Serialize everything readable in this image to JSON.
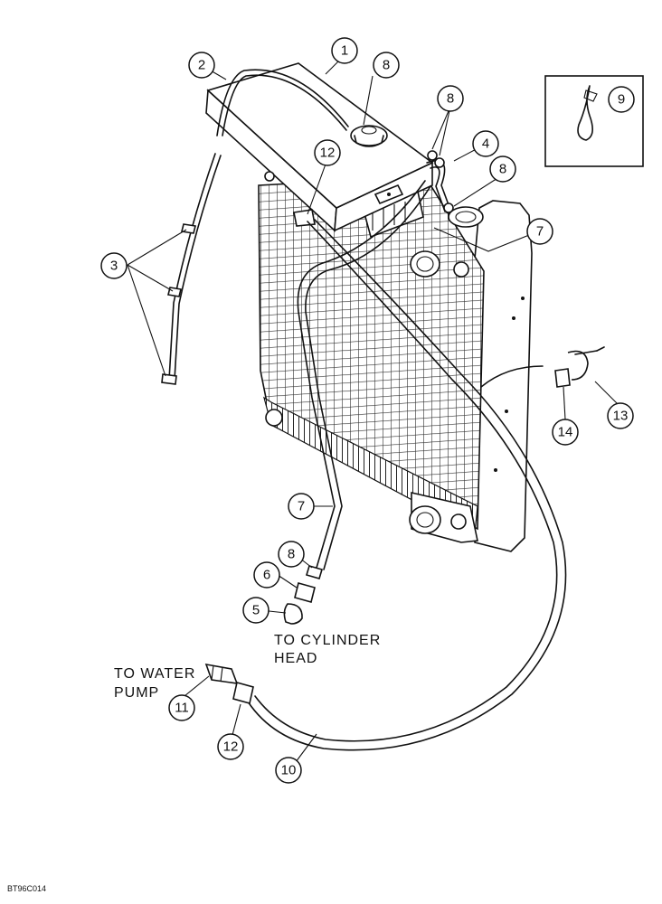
{
  "callouts": [
    "1",
    "2",
    "3",
    "4",
    "5",
    "6",
    "7",
    "8",
    "9",
    "10",
    "11",
    "12",
    "13",
    "14"
  ],
  "labels": {
    "cylinder_head_line1": "TO CYLINDER",
    "cylinder_head_line2": "HEAD",
    "water_pump_line1": "TO WATER",
    "water_pump_line2": "PUMP"
  },
  "figure_code": "BT96C014"
}
